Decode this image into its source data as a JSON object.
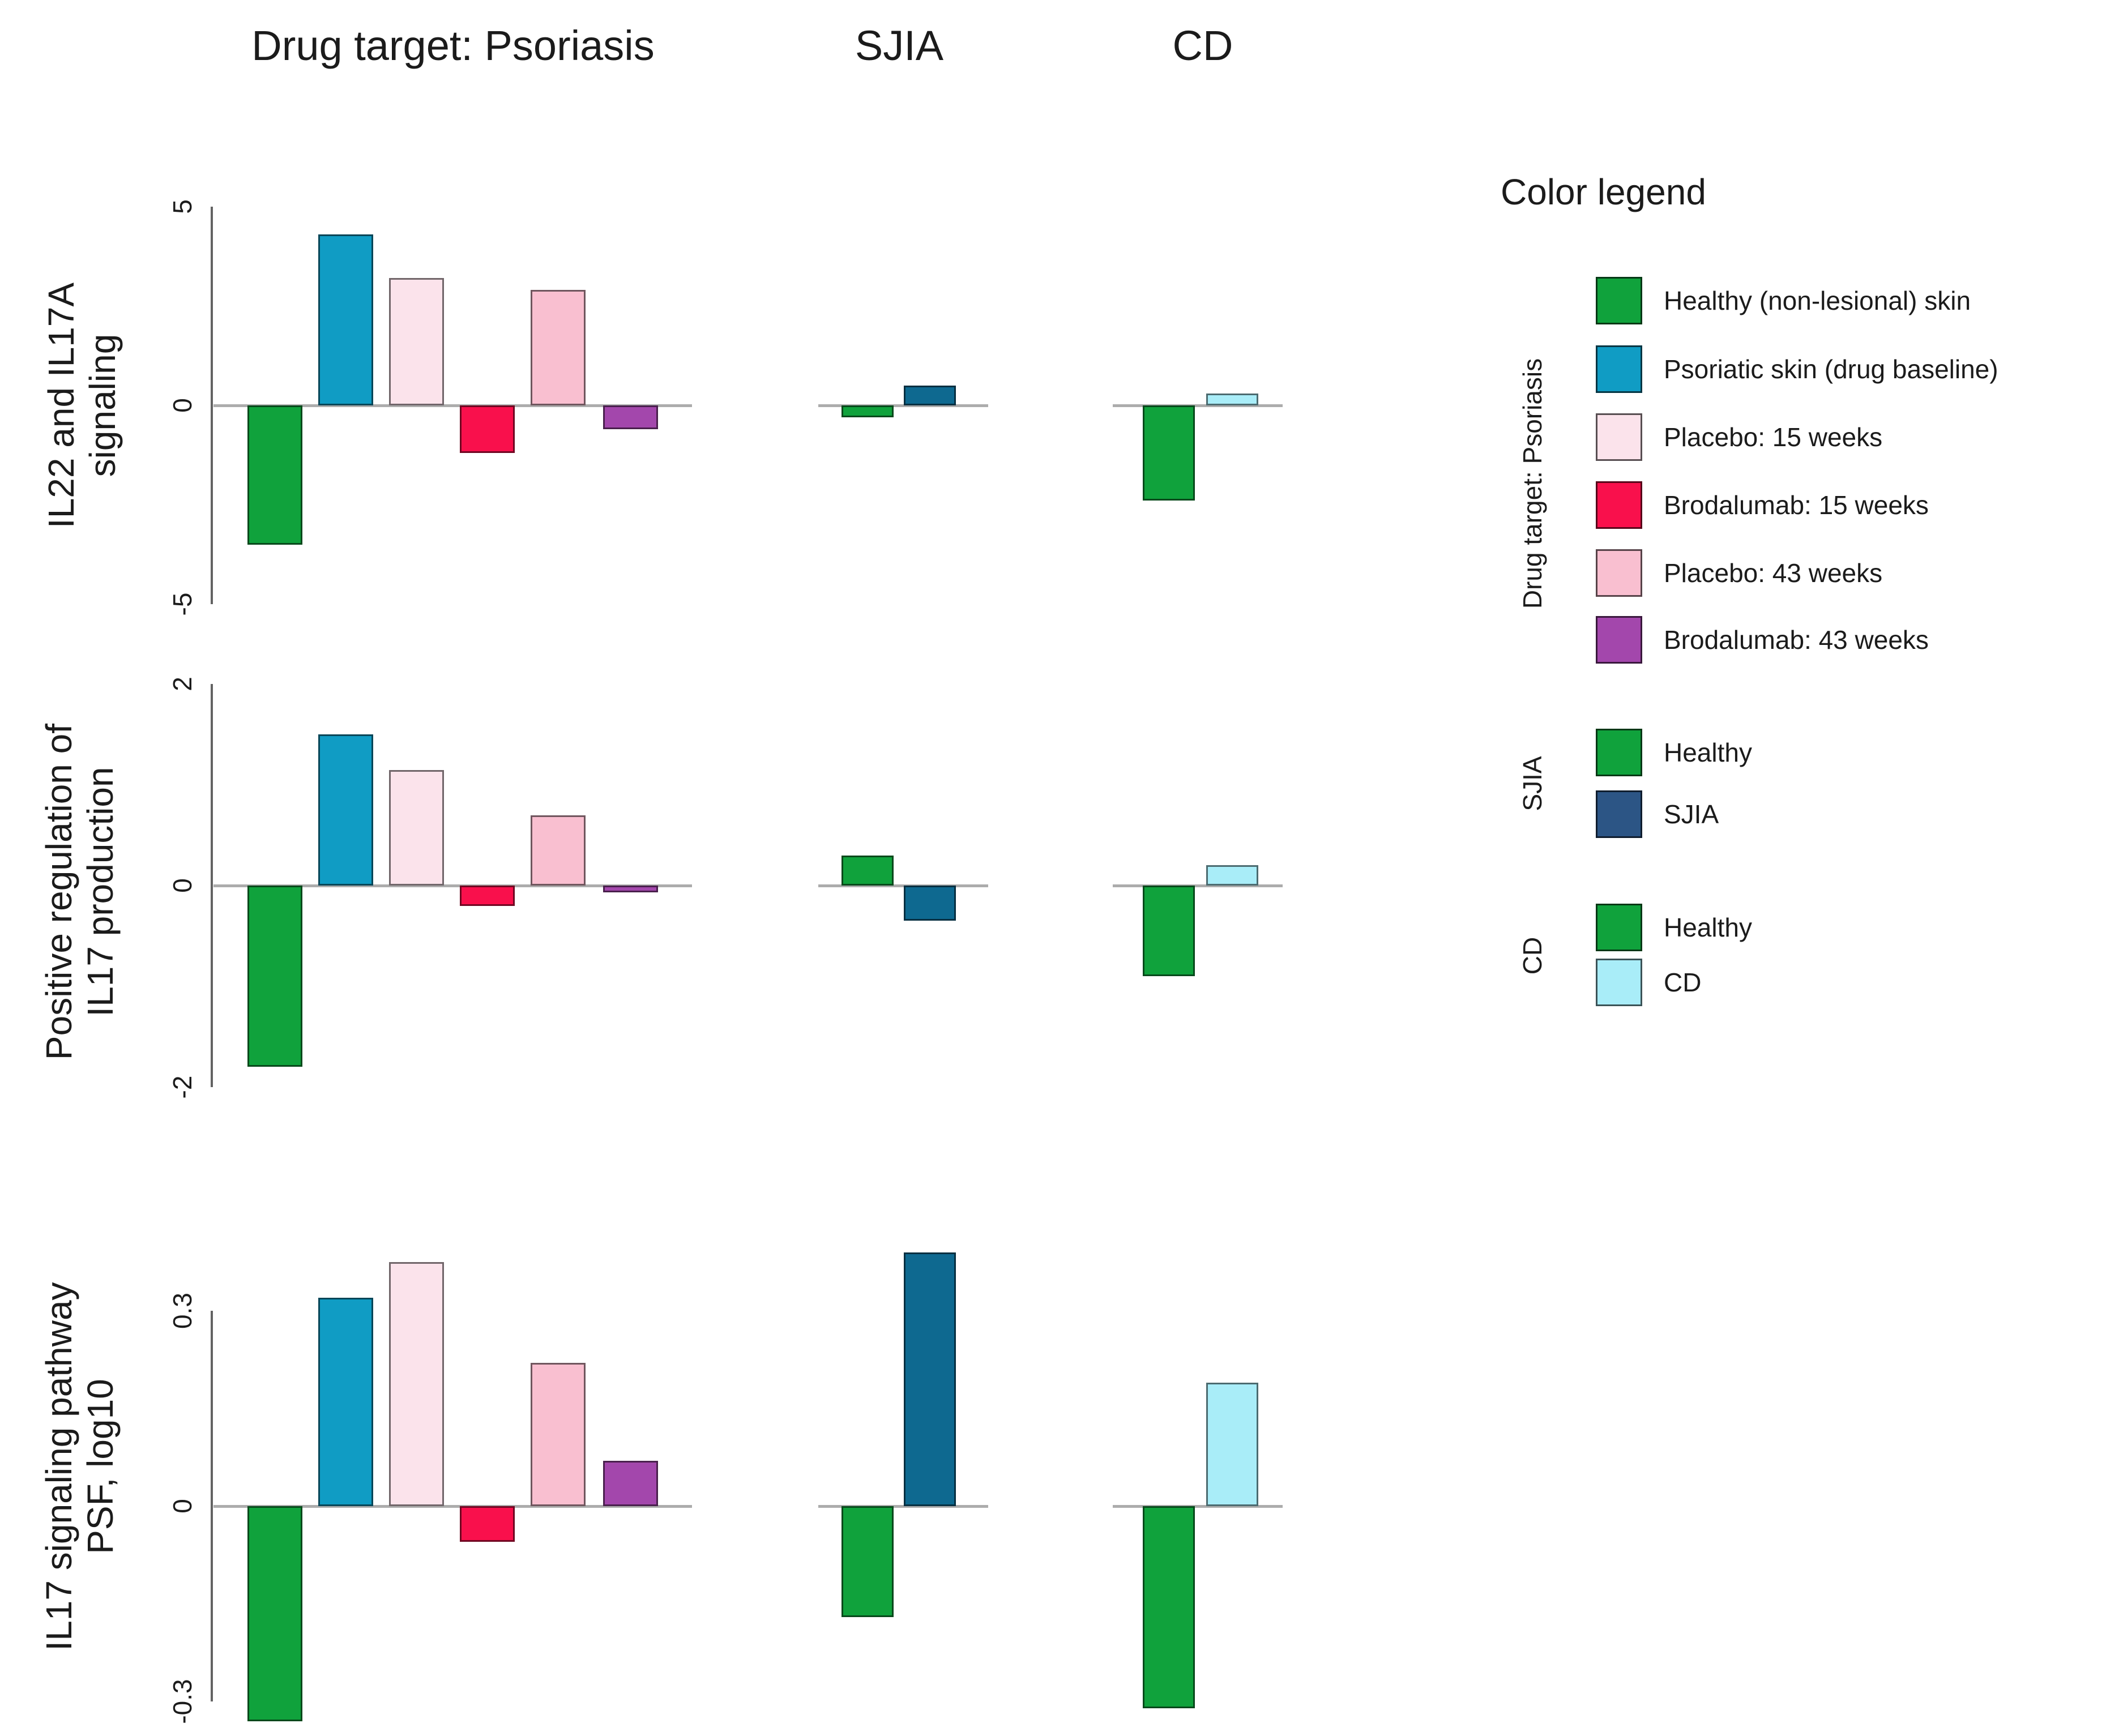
{
  "palette": {
    "green": "#10A23C",
    "teal": "#109CC4",
    "light_pink": "#FBE3EB",
    "red": "#F9104C",
    "pink": "#F9BFD0",
    "purple": "#A347AC",
    "dark_blue_bar": "#0E6990",
    "dark_blue_legend": "#2C5585",
    "cyan": "#A9EDF8",
    "axis": "#636363",
    "zero_line": "#ACACAC",
    "text": "#1B1B1B"
  },
  "column_titles": [
    {
      "label": "Drug target: Psoriasis"
    },
    {
      "label": "SJIA"
    },
    {
      "label": "CD"
    }
  ],
  "legend": {
    "title": "Color legend",
    "groups": [
      {
        "side_label": "Drug target: Psoriasis",
        "items": [
          {
            "label": "Healthy (non-lesional) skin",
            "color": "green"
          },
          {
            "label": "Psoriatic skin (drug baseline)",
            "color": "teal"
          },
          {
            "label": "Placebo: 15 weeks",
            "color": "light_pink"
          },
          {
            "label": "Brodalumab: 15 weeks",
            "color": "red"
          },
          {
            "label": "Placebo: 43 weeks",
            "color": "pink"
          },
          {
            "label": "Brodalumab: 43 weeks",
            "color": "purple"
          }
        ]
      },
      {
        "side_label": "SJIA",
        "items": [
          {
            "label": "Healthy",
            "color": "green"
          },
          {
            "label": "SJIA",
            "color": "dark_blue_legend"
          }
        ]
      },
      {
        "side_label": "CD",
        "items": [
          {
            "label": "Healthy",
            "color": "green"
          },
          {
            "label": "CD",
            "color": "cyan"
          }
        ]
      }
    ]
  },
  "chart_data": [
    {
      "type": "bar",
      "title": "IL22 and IL17A signaling",
      "ylabel_lines": [
        "IL22 and IL17A",
        "signaling"
      ],
      "ylim": [
        -5,
        5
      ],
      "yticks": [
        {
          "label": "5",
          "value": 5
        },
        {
          "label": "0",
          "value": 0
        },
        {
          "label": "-5",
          "value": -5
        }
      ],
      "groups": [
        {
          "name": "Drug target: Psoriasis",
          "bars": [
            {
              "label": "Healthy (non-lesional) skin",
              "color": "green",
              "value": -3.5
            },
            {
              "label": "Psoriatic skin (drug baseline)",
              "color": "teal",
              "value": 4.3
            },
            {
              "label": "Placebo: 15 weeks",
              "color": "light_pink",
              "value": 3.2
            },
            {
              "label": "Brodalumab: 15 weeks",
              "color": "red",
              "value": -1.2
            },
            {
              "label": "Placebo: 43 weeks",
              "color": "pink",
              "value": 2.9
            },
            {
              "label": "Brodalumab: 43 weeks",
              "color": "purple",
              "value": -0.6
            }
          ]
        },
        {
          "name": "SJIA",
          "bars": [
            {
              "label": "Healthy",
              "color": "green",
              "value": -0.3
            },
            {
              "label": "SJIA",
              "color": "dark_blue_bar",
              "value": 0.5
            }
          ]
        },
        {
          "name": "CD",
          "bars": [
            {
              "label": "Healthy",
              "color": "green",
              "value": -2.4
            },
            {
              "label": "CD",
              "color": "cyan",
              "value": 0.3
            }
          ]
        }
      ]
    },
    {
      "type": "bar",
      "title": "Positive regulation of IL17 production",
      "ylabel_lines": [
        "Positive regulation of",
        "IL17 production"
      ],
      "ylim": [
        -2,
        2
      ],
      "yticks": [
        {
          "label": "2",
          "value": 2
        },
        {
          "label": "0",
          "value": 0
        },
        {
          "label": "-2",
          "value": -2
        }
      ],
      "groups": [
        {
          "name": "Drug target: Psoriasis",
          "bars": [
            {
              "label": "Healthy (non-lesional) skin",
              "color": "green",
              "value": -1.8
            },
            {
              "label": "Psoriatic skin (drug baseline)",
              "color": "teal",
              "value": 1.5
            },
            {
              "label": "Placebo: 15 weeks",
              "color": "light_pink",
              "value": 1.15
            },
            {
              "label": "Brodalumab: 15 weeks",
              "color": "red",
              "value": -0.2
            },
            {
              "label": "Placebo: 43 weeks",
              "color": "pink",
              "value": 0.7
            },
            {
              "label": "Brodalumab: 43 weeks",
              "color": "purple",
              "value": -0.07
            }
          ]
        },
        {
          "name": "SJIA",
          "bars": [
            {
              "label": "Healthy",
              "color": "green",
              "value": 0.3
            },
            {
              "label": "SJIA",
              "color": "dark_blue_bar",
              "value": -0.35
            }
          ]
        },
        {
          "name": "CD",
          "bars": [
            {
              "label": "Healthy",
              "color": "green",
              "value": -0.9
            },
            {
              "label": "CD",
              "color": "cyan",
              "value": 0.2
            }
          ]
        }
      ]
    },
    {
      "type": "bar",
      "title": "IL17 signaling pathway PSF, log10",
      "ylabel_lines": [
        "IL17 signaling pathway",
        "PSF, log10"
      ],
      "ylim": [
        -0.3,
        0.3
      ],
      "yticks": [
        {
          "label": "0.3",
          "value": 0.3
        },
        {
          "label": "0",
          "value": 0
        },
        {
          "label": "-0.3",
          "value": -0.3
        }
      ],
      "groups": [
        {
          "name": "Drug target: Psoriasis",
          "bars": [
            {
              "label": "Healthy (non-lesional) skin",
              "color": "green",
              "value": -0.33
            },
            {
              "label": "Psoriatic skin (drug baseline)",
              "color": "teal",
              "value": 0.32
            },
            {
              "label": "Placebo: 15 weeks",
              "color": "light_pink",
              "value": 0.375
            },
            {
              "label": "Brodalumab: 15 weeks",
              "color": "red",
              "value": -0.055
            },
            {
              "label": "Placebo: 43 weeks",
              "color": "pink",
              "value": 0.22
            },
            {
              "label": "Brodalumab: 43 weeks",
              "color": "purple",
              "value": 0.07
            }
          ]
        },
        {
          "name": "SJIA",
          "bars": [
            {
              "label": "Healthy",
              "color": "green",
              "value": -0.17
            },
            {
              "label": "SJIA",
              "color": "dark_blue_bar",
              "value": 0.39
            }
          ]
        },
        {
          "name": "CD",
          "bars": [
            {
              "label": "Healthy",
              "color": "green",
              "value": -0.31
            },
            {
              "label": "CD",
              "color": "cyan",
              "value": 0.19
            }
          ]
        }
      ]
    }
  ]
}
